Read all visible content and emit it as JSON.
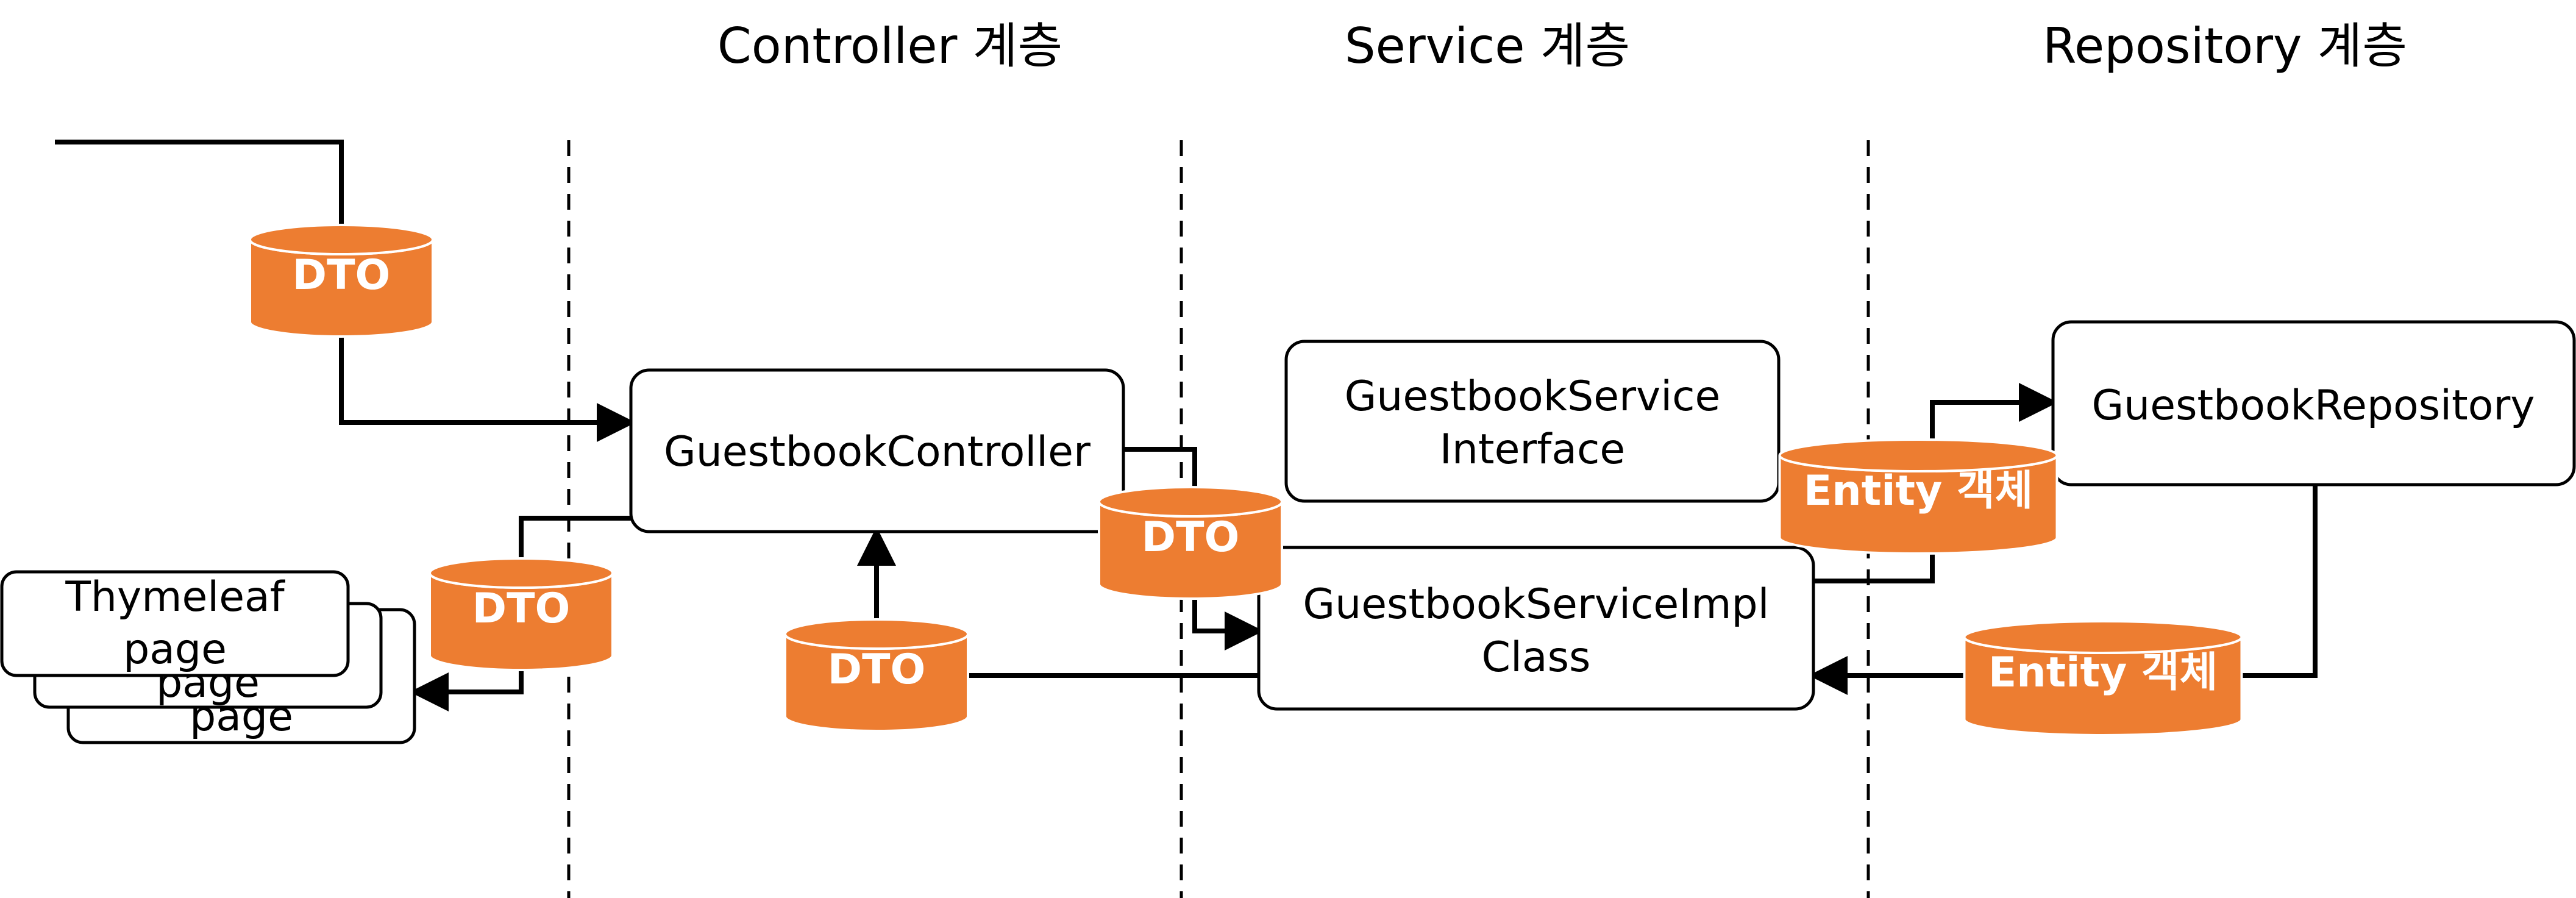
{
  "layers": [
    {
      "id": "controller",
      "title": "Controller 계층"
    },
    {
      "id": "service",
      "title": "Service 계층"
    },
    {
      "id": "repository",
      "title": "Repository 계층"
    }
  ],
  "components": {
    "controller": {
      "line1": "GuestbookController"
    },
    "service_interface": {
      "line1": "GuestbookService",
      "line2": "Interface"
    },
    "service_impl": {
      "line1": "GuestbookServiceImpl",
      "line2": "Class"
    },
    "repository": {
      "line1": "GuestbookRepository"
    },
    "thymeleaf_pages": {
      "line1": "Thymeleaf",
      "line2": "page",
      "page_label": "page"
    }
  },
  "data_objects": {
    "dto_label": "DTO",
    "entity_label": "Entity 객체"
  },
  "colors": {
    "cylinder_fill": "#ED7D31",
    "line": "#000000",
    "background": "#ffffff"
  }
}
